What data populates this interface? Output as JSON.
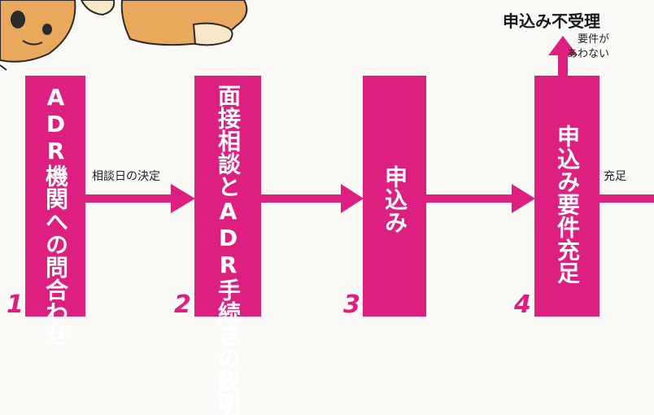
{
  "steps": [
    {
      "number": "1",
      "text": "ADR機関への問合わせ"
    },
    {
      "number": "2",
      "text_col1": "面接相談と",
      "text_col2": "ADR手続きの説明"
    },
    {
      "number": "3",
      "text": "申込み"
    },
    {
      "number": "4",
      "text": "申込み要件充足"
    }
  ],
  "arrows": {
    "a1_label": "相談日の決定",
    "a4_label": "充足"
  },
  "reject": {
    "title": "申込み不受理",
    "note_line1": "要件が",
    "note_line2": "あわない"
  },
  "colors": {
    "accent": "#dd1f80",
    "character_fur": "#e9a85c",
    "character_light": "#f6e7c8"
  }
}
